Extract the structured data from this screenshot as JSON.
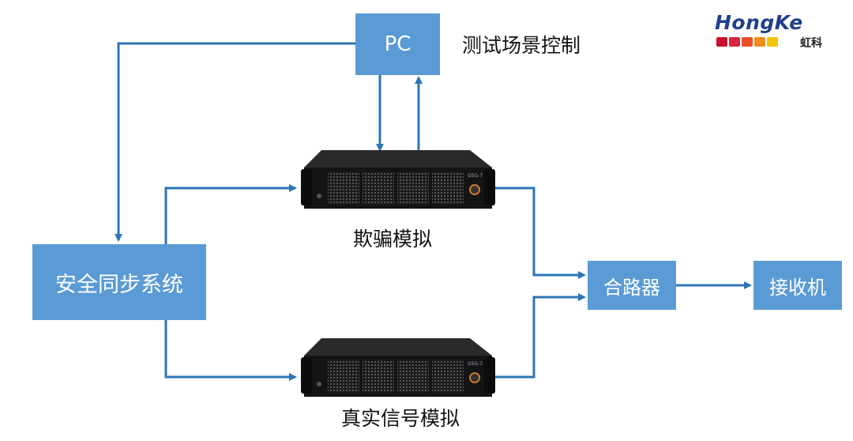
{
  "nodes": {
    "pc": "PC",
    "safety_system": "安全同步系统",
    "combiner": "合路器",
    "receiver": "接收机"
  },
  "captions": {
    "pc": "测试场景控制",
    "spoof_simulator": "欺骗模拟",
    "real_simulator": "真实信号模拟"
  },
  "devices": {
    "model_label": "GSG-7"
  },
  "logo": {
    "name": "HongKe",
    "sub": "虹科",
    "square_colors": [
      "#c8102e",
      "#d7263d",
      "#e8502a",
      "#f08a1c",
      "#f5c400"
    ]
  },
  "colors": {
    "box": "#5b9bd5",
    "connector": "#2e75b6"
  }
}
